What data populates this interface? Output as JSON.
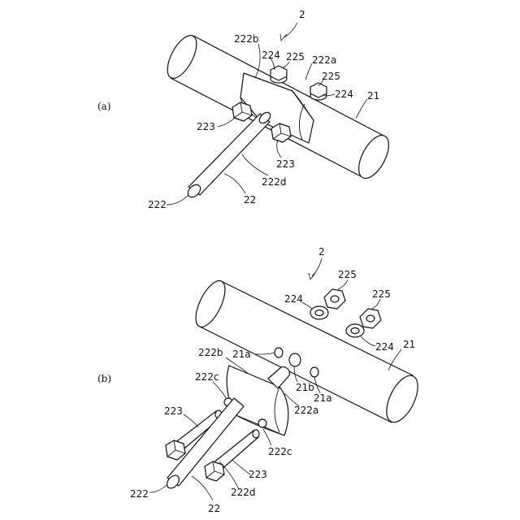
{
  "figure": {
    "panel_a": {
      "label": "(a)",
      "callouts": {
        "ref_2": "2",
        "ref_222b": "222b",
        "ref_224_top": "224",
        "ref_225_top": "225",
        "ref_222a": "222a",
        "ref_225_right": "225",
        "ref_224_right": "224",
        "ref_21": "21",
        "ref_223_left": "223",
        "ref_223_right": "223",
        "ref_222d": "222d",
        "ref_222": "222",
        "ref_22": "22"
      }
    },
    "panel_b": {
      "label": "(b)",
      "callouts": {
        "ref_2": "2",
        "ref_225_a": "225",
        "ref_225_b": "225",
        "ref_224_a": "224",
        "ref_224_b": "224",
        "ref_21": "21",
        "ref_222b": "222b",
        "ref_21a_top": "21a",
        "ref_21b": "21b",
        "ref_21a_bottom": "21a",
        "ref_222c_top": "222c",
        "ref_222a": "222a",
        "ref_222c_bottom": "222c",
        "ref_223_left": "223",
        "ref_223_right": "223",
        "ref_222d": "222d",
        "ref_222": "222",
        "ref_22": "22"
      }
    }
  }
}
